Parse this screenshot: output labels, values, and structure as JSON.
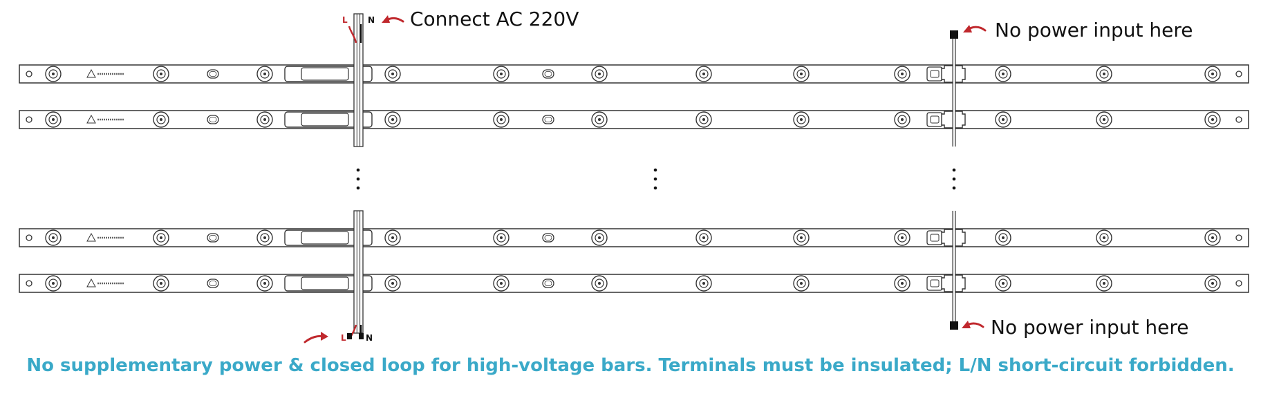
{
  "labels": {
    "connect": "Connect AC 220V",
    "no_power_top": "No power input here",
    "no_power_bottom": "No power input here",
    "wire_l": "L",
    "wire_n": "N"
  },
  "footer_note": "No supplementary power & closed loop for high-voltage bars. Terminals must be insulated; L/N short-circuit forbidden.",
  "bar_count_shown": 4,
  "colors": {
    "accent_red": "#c0282d",
    "note_blue": "#3aa9c8",
    "line": "#333333",
    "terminal": "#111111"
  },
  "icons": [
    "warning-triangle-icon",
    "curved-arrow-icon",
    "ellipsis-dots-icon"
  ]
}
